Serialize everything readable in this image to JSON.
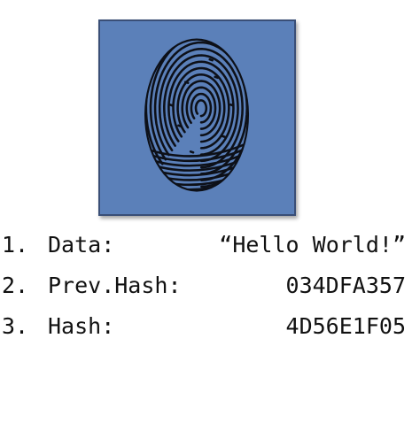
{
  "fingerprint": {
    "icon": "fingerprint-icon",
    "background_color": "#5b80b9",
    "border_color": "#3a4f77",
    "ink_color": "#0d1018"
  },
  "fields": [
    {
      "number": "1.",
      "label": "Data:",
      "value": "“Hello World!”"
    },
    {
      "number": "2.",
      "label": "Prev.Hash:",
      "value": "034DFA357"
    },
    {
      "number": "3.",
      "label": "Hash:",
      "value": "4D56E1F05"
    }
  ]
}
